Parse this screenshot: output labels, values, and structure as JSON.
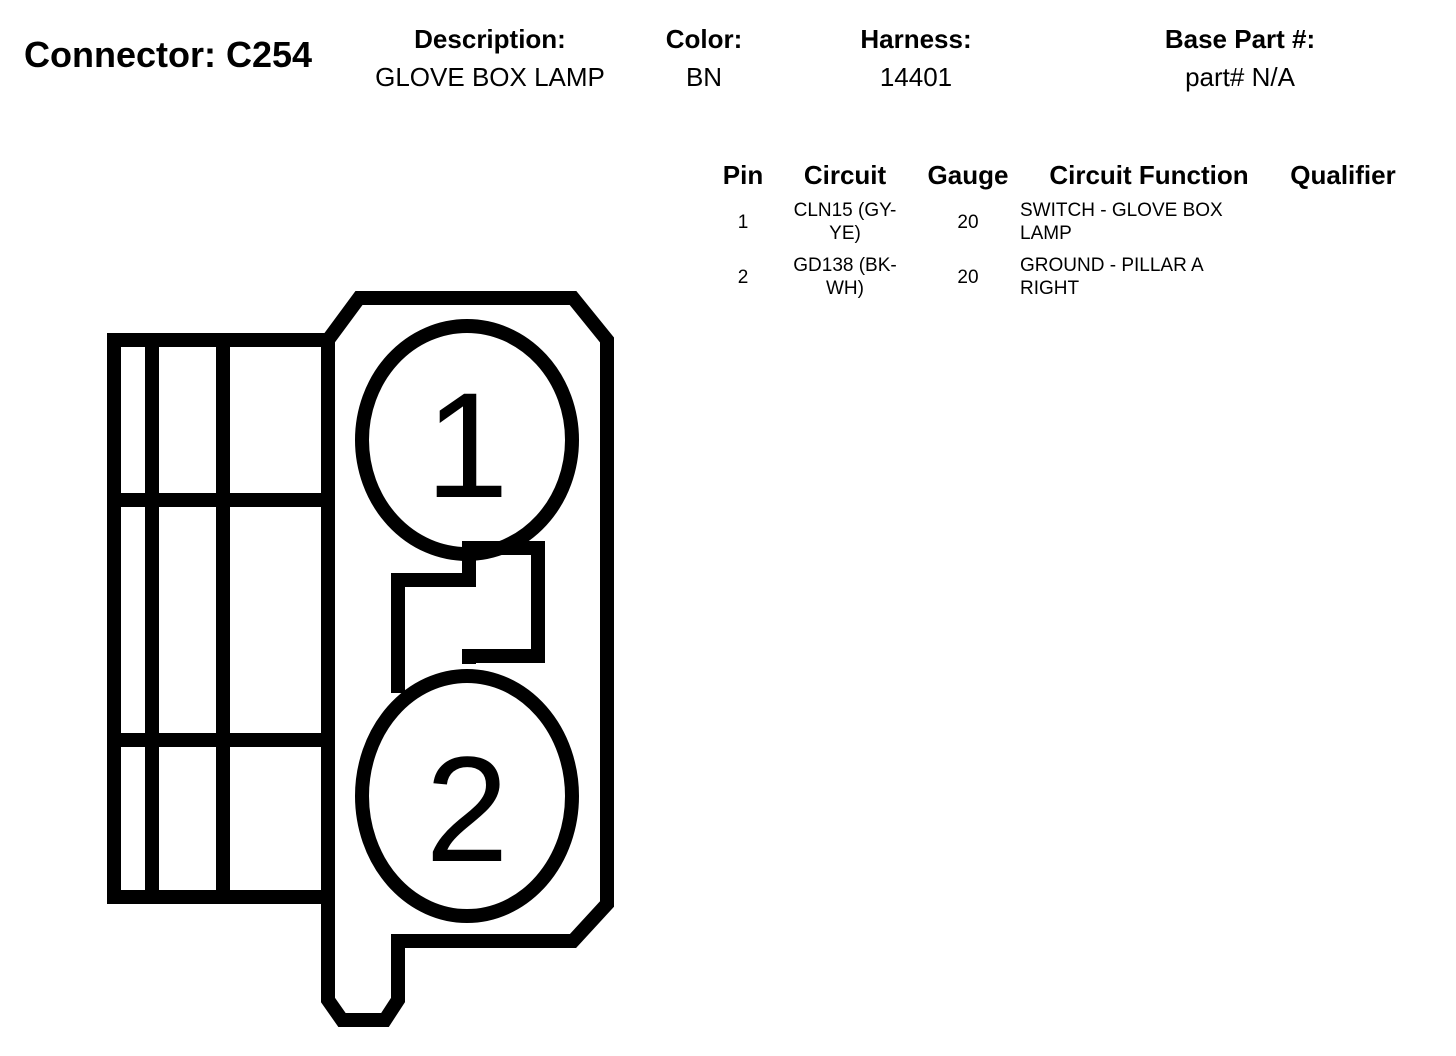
{
  "header": {
    "connector_title": "Connector: C254",
    "description_label": "Description:",
    "description_value": "GLOVE BOX LAMP",
    "color_label": "Color:",
    "color_value": "BN",
    "harness_label": "Harness:",
    "harness_value": "14401",
    "base_part_label": "Base Part #:",
    "base_part_value": "part# N/A"
  },
  "table": {
    "columns": {
      "pin": "Pin",
      "circuit": "Circuit",
      "gauge": "Gauge",
      "function": "Circuit Function",
      "qualifier": "Qualifier"
    },
    "rows": [
      {
        "pin": "1",
        "circuit_line1": "CLN15 (GY-",
        "circuit_line2": "YE)",
        "gauge": "20",
        "function_line1": "SWITCH - GLOVE BOX",
        "function_line2": "LAMP",
        "qualifier": ""
      },
      {
        "pin": "2",
        "circuit_line1": "GD138 (BK-",
        "circuit_line2": "WH)",
        "gauge": "20",
        "function_line1": "GROUND - PILLAR A",
        "function_line2": "RIGHT",
        "qualifier": ""
      }
    ]
  },
  "diagram": {
    "pin1_label": "1",
    "pin2_label": "2",
    "stroke_color": "#000000"
  }
}
